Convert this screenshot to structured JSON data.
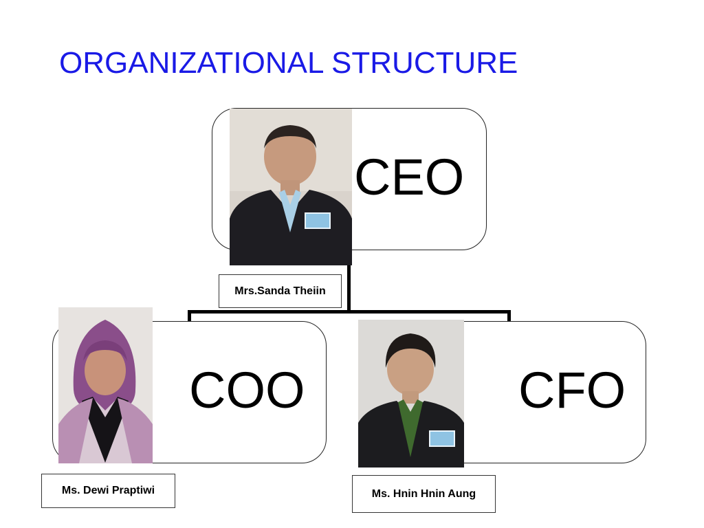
{
  "slide": {
    "title": "ORGANIZATIONAL STRUCTURE",
    "title_color": "#1a1ae6"
  },
  "nodes": {
    "ceo": {
      "role": "CEO",
      "name": "Mrs.Sanda Theiin"
    },
    "coo": {
      "role": "COO",
      "name": "Ms. Dewi Praptiwi"
    },
    "cfo": {
      "role": "CFO",
      "name": "Ms. Hnin Hnin Aung"
    }
  },
  "icons": [
    "person-photo-icon"
  ]
}
